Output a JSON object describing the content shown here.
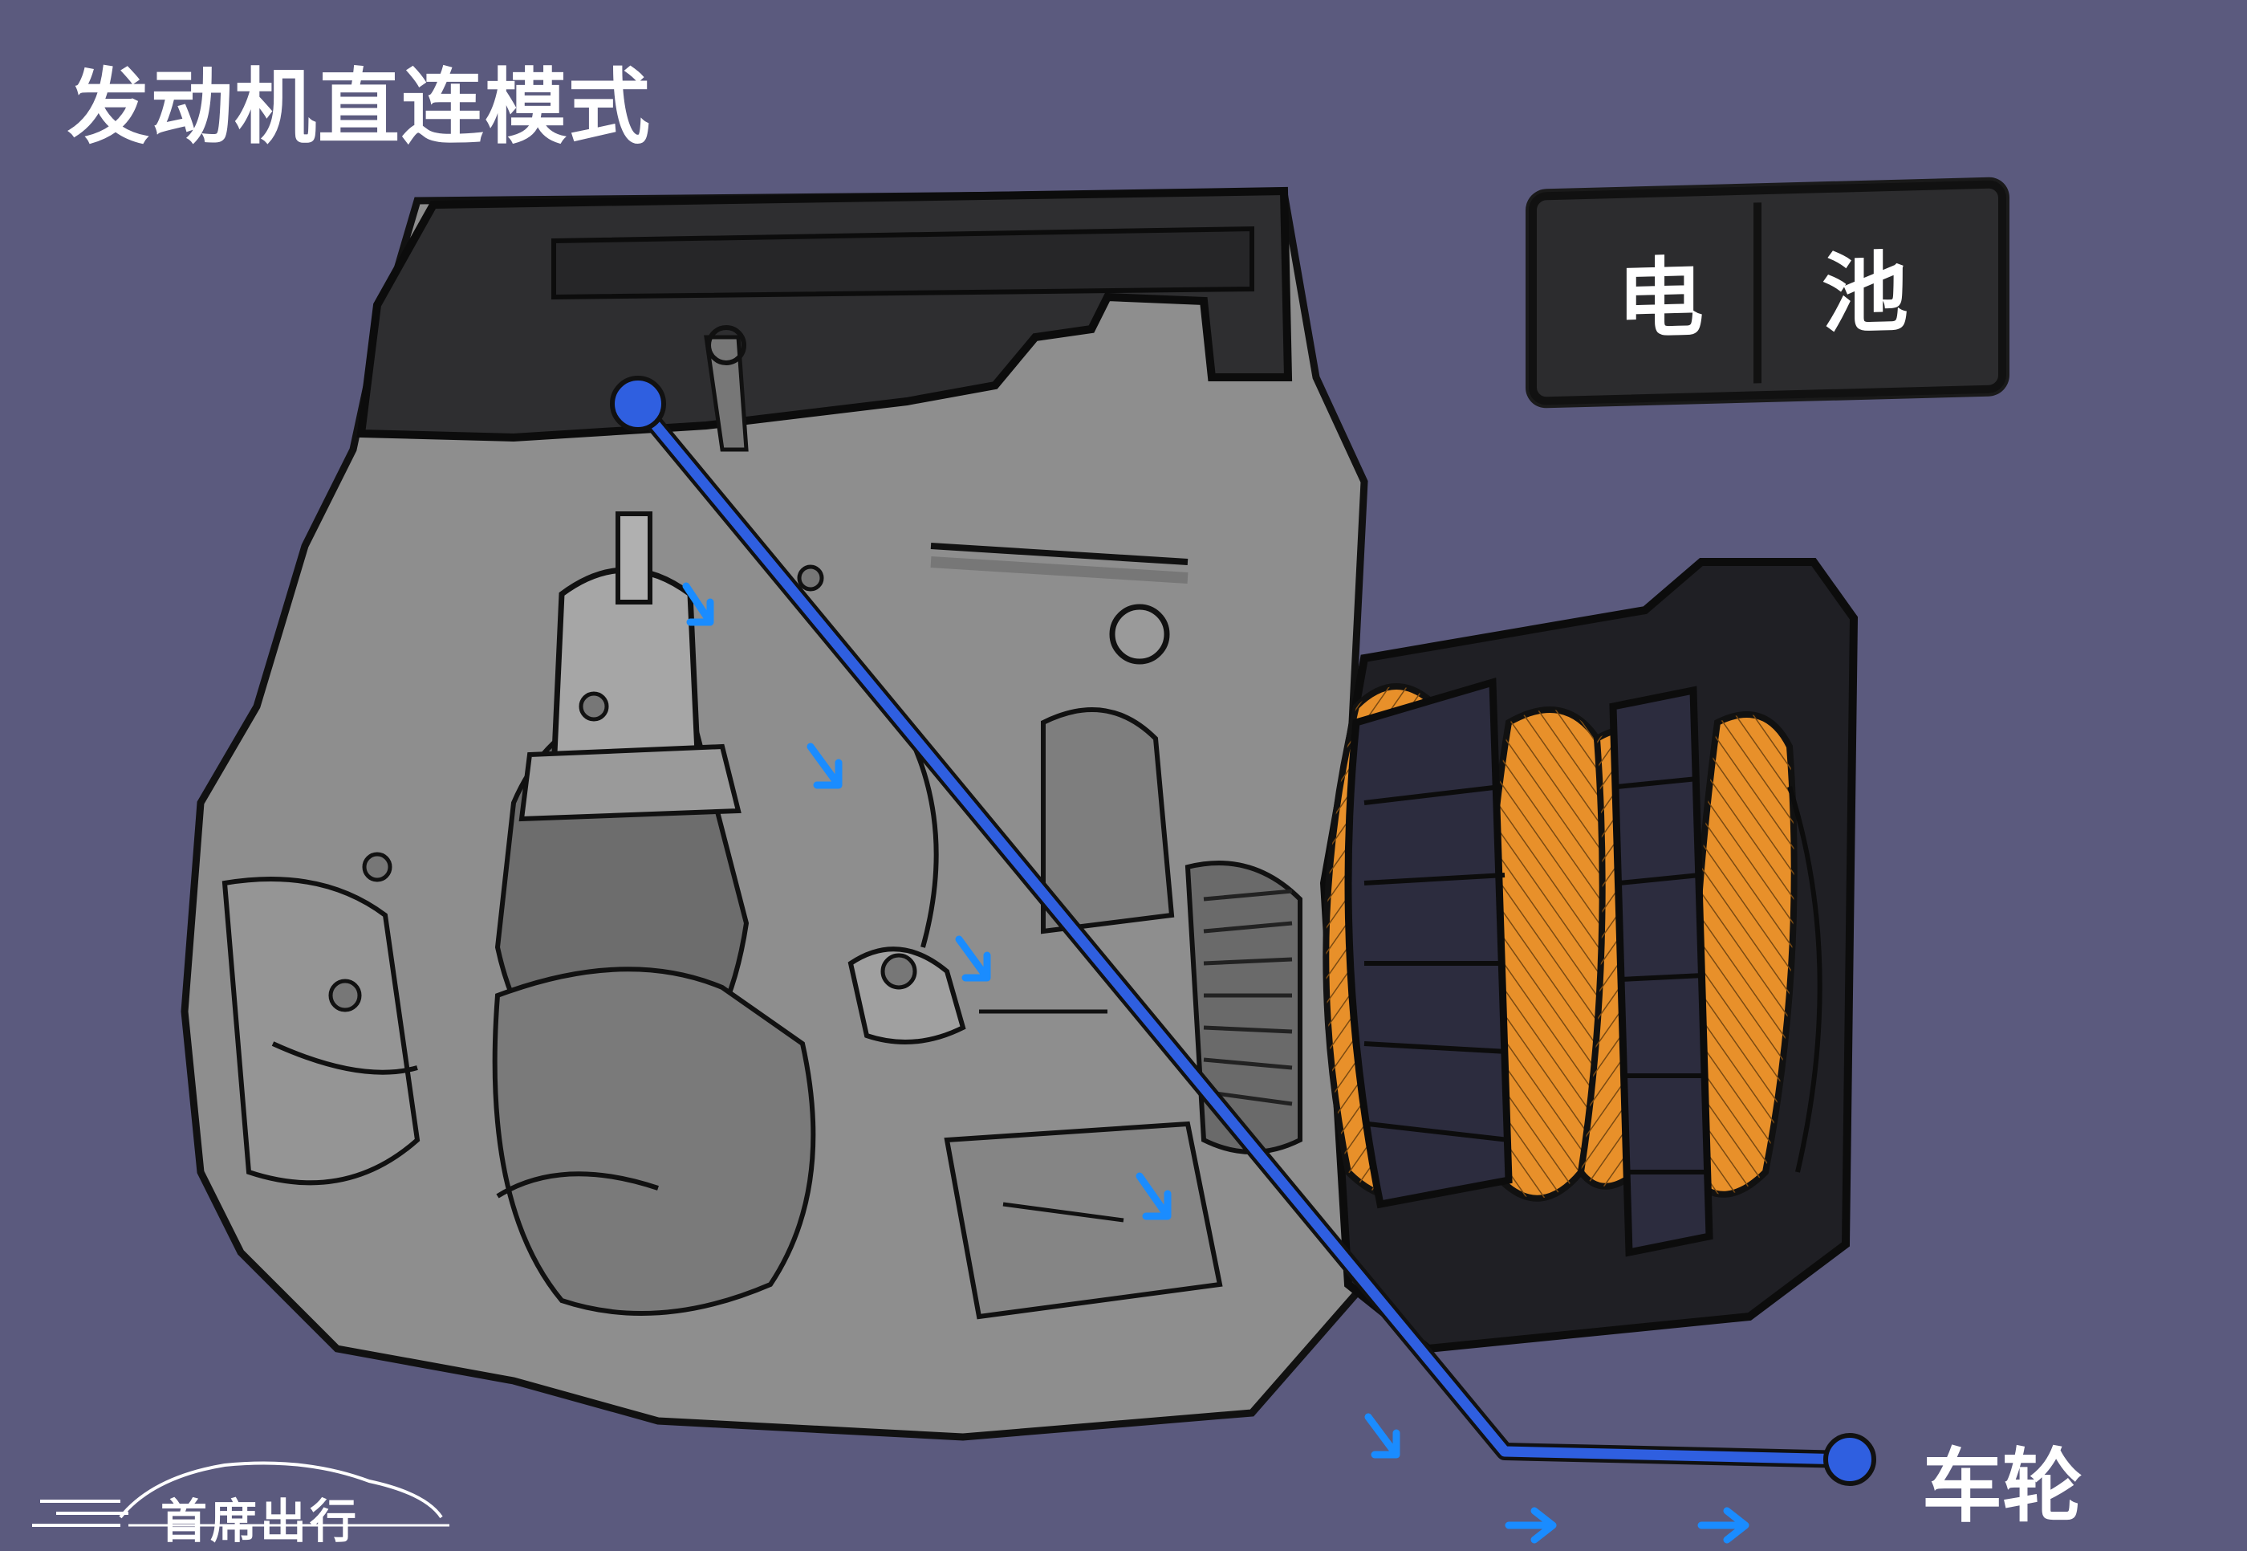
{
  "title": "发动机直连模式",
  "battery": {
    "char1": "电",
    "char2": "池"
  },
  "wheel_label": "车轮",
  "logo_text": "首席出行",
  "colors": {
    "background": "#5b5a7e",
    "engine_body": "#8e8e8e",
    "engine_cover": "#2e2e30",
    "motor_frame": "#2c2c3e",
    "coil": "#e8902a",
    "power_path": "#2f5fe0",
    "flow_arrow": "#1a8cff"
  },
  "icons": [
    "power-path-start-dot",
    "power-path-end-dot",
    "flow-arrow-icon",
    "car-logo-icon"
  ]
}
